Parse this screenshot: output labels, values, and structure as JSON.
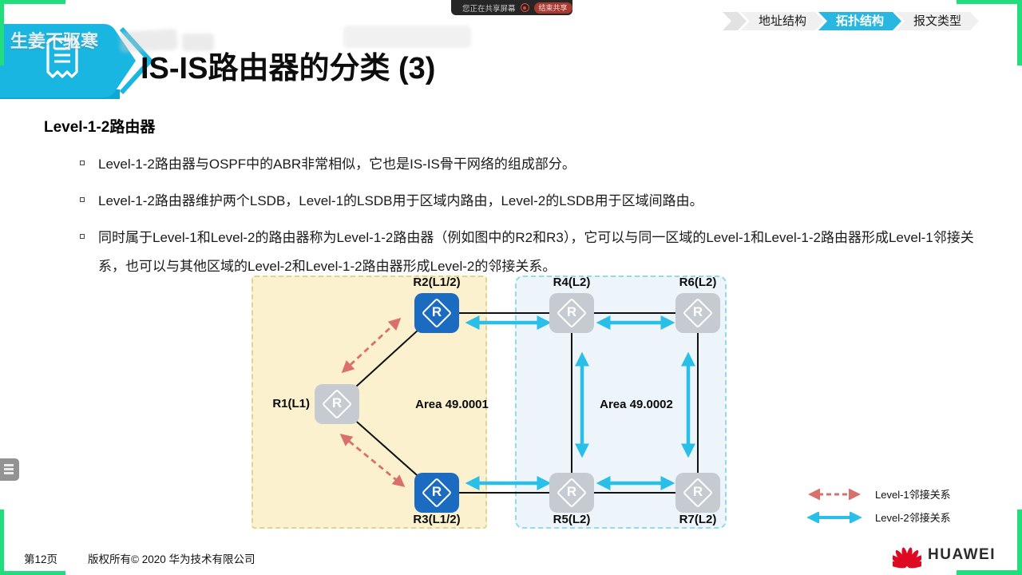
{
  "share_bar": {
    "status_text": "您正在共享屏幕",
    "end_share_label": "结束共享"
  },
  "breadcrumbs": {
    "items": [
      {
        "label": "地址结构",
        "active": false
      },
      {
        "label": "拓扑结构",
        "active": true
      },
      {
        "label": "报文类型",
        "active": false
      }
    ]
  },
  "header": {
    "title": "IS-IS路由器的分类 (3)",
    "watermark_text": "生姜不驱寒"
  },
  "content": {
    "heading": "Level-1-2路由器",
    "bullets": [
      "Level-1-2路由器与OSPF中的ABR非常相似，它也是IS-IS骨干网络的组成部分。",
      "Level-1-2路由器维护两个LSDB，Level-1的LSDB用于区域内路由，Level-2的LSDB用于区域间路由。",
      "同时属于Level-1和Level-2的路由器称为Level-1-2路由器（例如图中的R2和R3），它可以与同一区域的Level-1和Level-1-2路由器形成Level-1邻接关系，也可以与其他区域的Level-2和Level-1-2路由器形成Level-2的邻接关系。"
    ]
  },
  "diagram": {
    "router_letter": "R",
    "areas": [
      {
        "label": "Area 49.0001"
      },
      {
        "label": "Area 49.0002"
      }
    ],
    "routers": [
      {
        "id": "R1",
        "label": "R1(L1)",
        "level": "Level-1",
        "color": "gray"
      },
      {
        "id": "R2",
        "label": "R2(L1/2)",
        "level": "Level-1-2",
        "color": "blue"
      },
      {
        "id": "R3",
        "label": "R3(L1/2)",
        "level": "Level-1-2",
        "color": "blue"
      },
      {
        "id": "R4",
        "label": "R4(L2)",
        "level": "Level-2",
        "color": "gray"
      },
      {
        "id": "R5",
        "label": "R5(L2)",
        "level": "Level-2",
        "color": "gray"
      },
      {
        "id": "R6",
        "label": "R6(L2)",
        "level": "Level-2",
        "color": "gray"
      },
      {
        "id": "R7",
        "label": "R7(L2)",
        "level": "Level-2",
        "color": "gray"
      }
    ],
    "links": [
      "R1-R2",
      "R1-R3",
      "R2-R4",
      "R4-R6",
      "R3-R5",
      "R5-R7",
      "R4-R5",
      "R6-R7"
    ],
    "legend": [
      {
        "label": "Level-1邻接关系",
        "style": "red-dashed-double-arrow"
      },
      {
        "label": "Level-2邻接关系",
        "style": "cyan-solid-double-arrow"
      }
    ]
  },
  "footer": {
    "page_label": "第12页",
    "copyright": "版权所有© 2020 华为技术有限公司",
    "brand": "HUAWEI"
  },
  "colors": {
    "accent_cyan": "#29b7e2",
    "router_blue": "#1b6cc0",
    "router_gray": "#c5cbd1",
    "area1_fill": "#fbf1cf",
    "area1_border": "#e6d28a",
    "area2_fill": "#edf4fa",
    "area2_border": "#90dcea",
    "level1_red": "#d9706b",
    "level2_cyan": "#29bfe8",
    "share_green": "#2ecc71",
    "end_button_red": "#a93a31",
    "corner_green": "#21dd7d"
  }
}
